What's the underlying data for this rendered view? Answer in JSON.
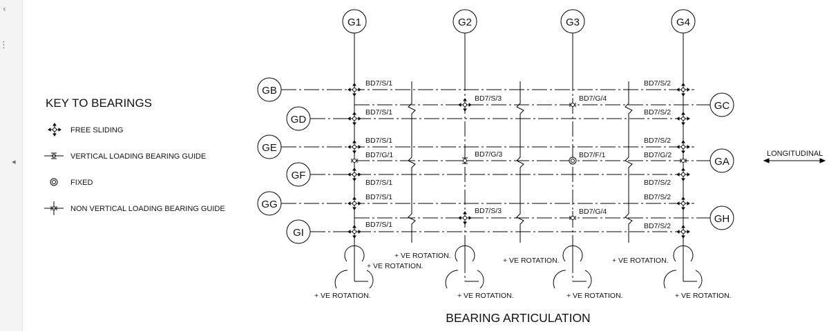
{
  "sidebar": {
    "glyph_top": "‹",
    "glyph_menu": "⋮",
    "glyph_collapse": "◂"
  },
  "key": {
    "title": "KEY TO BEARINGS",
    "items": [
      {
        "label": "FREE SLIDING",
        "symbol": "free-sliding"
      },
      {
        "label": "VERTICAL LOADING BEARING GUIDE",
        "symbol": "vertical-guide"
      },
      {
        "label": "FIXED",
        "symbol": "fixed"
      },
      {
        "label": "NON VERTICAL LOADING BEARING GUIDE",
        "symbol": "non-vertical-guide"
      }
    ]
  },
  "columns": [
    "G1",
    "G2",
    "G3",
    "G4"
  ],
  "rows_left": [
    "GB",
    "GD",
    "GE",
    "GF",
    "GG",
    "GI"
  ],
  "rows_right": [
    "GC",
    "GA",
    "GH"
  ],
  "bearing_labels": [
    "BD7/S/1",
    "BD7/S/1",
    "BD7/S/1",
    "BD7/G/1",
    "BD7/S/1",
    "BD7/S/1",
    "BD7/S/1",
    "BD7/S/3",
    "BD7/G/3",
    "BD7/S/3",
    "BD7/G/4",
    "BD7/F/1",
    "BD7/G/4",
    "BD7/S/2",
    "BD7/S/2",
    "BD7/S/2",
    "BD7/G/2",
    "BD7/S/2",
    "BD7/S/2",
    "BD7/S/2"
  ],
  "rotation_label": "+ VE ROTATION.",
  "longitudinal_label": "LONGITUDINAL",
  "title": "BEARING ARTICULATION"
}
